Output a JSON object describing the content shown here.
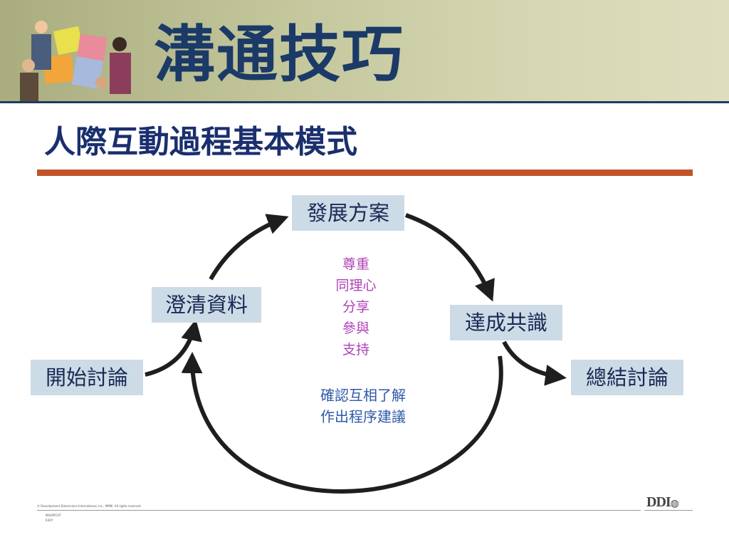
{
  "header": {
    "title": "溝通技巧",
    "subtitle": "人際互動過程基本模式"
  },
  "diagram": {
    "nodes": {
      "start": "開始討論",
      "clarify": "澄清資料",
      "develop": "發展方案",
      "consensus": "達成共識",
      "close": "總結討論"
    },
    "values": [
      "尊重",
      "同理心",
      "分享",
      "參與",
      "支持"
    ],
    "actions": [
      "確認互相了解",
      "作出程序建議"
    ]
  },
  "footer": {
    "copyright": "© Development Dimensions International, Inc., MMIII. All rights reserved.",
    "codes": [
      "IMLIXPCHT",
      "K30Y"
    ],
    "logo": "DDI"
  },
  "colors": {
    "title": "#1b3a68",
    "subtitle": "#1a2f6e",
    "accent_bar": "#c0532a",
    "node_fill": "#cddbe7",
    "values_text": "#b040b8",
    "actions_text": "#2e5aa8"
  }
}
